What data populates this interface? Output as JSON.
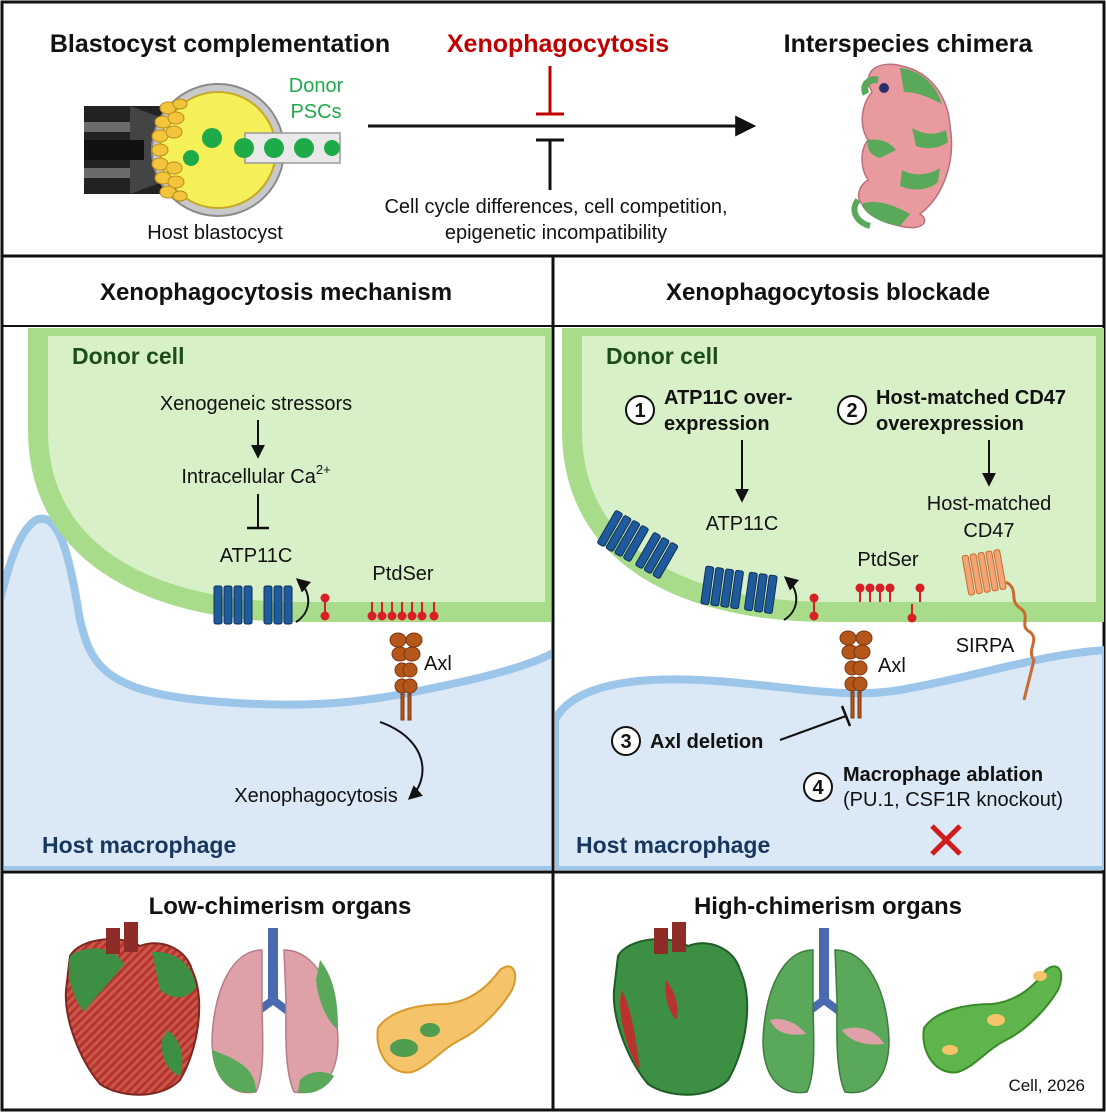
{
  "top": {
    "left_title": "Blastocyst complementation",
    "center_title": "Xenophagocytosis",
    "right_title": "Interspecies chimera",
    "donor_label_1": "Donor",
    "donor_label_2": "PSCs",
    "host_blastocyst": "Host blastocyst",
    "barriers_line1": "Cell cycle differences, cell competition,",
    "barriers_line2": "epigenetic incompatibility"
  },
  "mechanism": {
    "title": "Xenophagocytosis mechanism",
    "donor_cell": "Donor cell",
    "stressors": "Xenogeneic stressors",
    "calcium": "Intracellular Ca",
    "calcium_sup": "2+",
    "atp11c": "ATP11C",
    "ptdser": "PtdSer",
    "axl": "Axl",
    "xenophagocytosis": "Xenophagocytosis",
    "host_macrophage": "Host macrophage"
  },
  "blockade": {
    "title": "Xenophagocytosis blockade",
    "donor_cell": "Donor cell",
    "step1_num": "1",
    "step1_line1": "ATP11C over-",
    "step1_line2": "expression",
    "step2_num": "2",
    "step2_line1": "Host-matched CD47",
    "step2_line2": "overexpression",
    "atp11c": "ATP11C",
    "host_cd47_line1": "Host-matched",
    "host_cd47_line2": "CD47",
    "ptdser": "PtdSer",
    "sirpa": "SIRPA",
    "axl": "Axl",
    "step3_num": "3",
    "step3_label": "Axl deletion",
    "step4_num": "4",
    "step4_line1": "Macrophage ablation",
    "step4_line2": "(PU.1, CSF1R knockout)",
    "host_macrophage": "Host macrophage",
    "cross_icon": "red-cross-icon"
  },
  "bottom": {
    "low_title": "Low-chimerism organs",
    "high_title": "High-chimerism organs",
    "citation": "Cell, 2026"
  },
  "colors": {
    "inhibitor_red": "#c00000",
    "donor_green": "#1faa4a",
    "cell_fill": "#d8f0c8",
    "membrane": "#a8dc8a",
    "macrophage_fill": "#dbe8f6",
    "macrophage_edge": "#9cc5ea",
    "atp11c_blue": "#1f5b9c",
    "ptdser_red": "#d81f26",
    "axl_brown": "#b5561a",
    "cd47_orange": "#f4a576"
  }
}
